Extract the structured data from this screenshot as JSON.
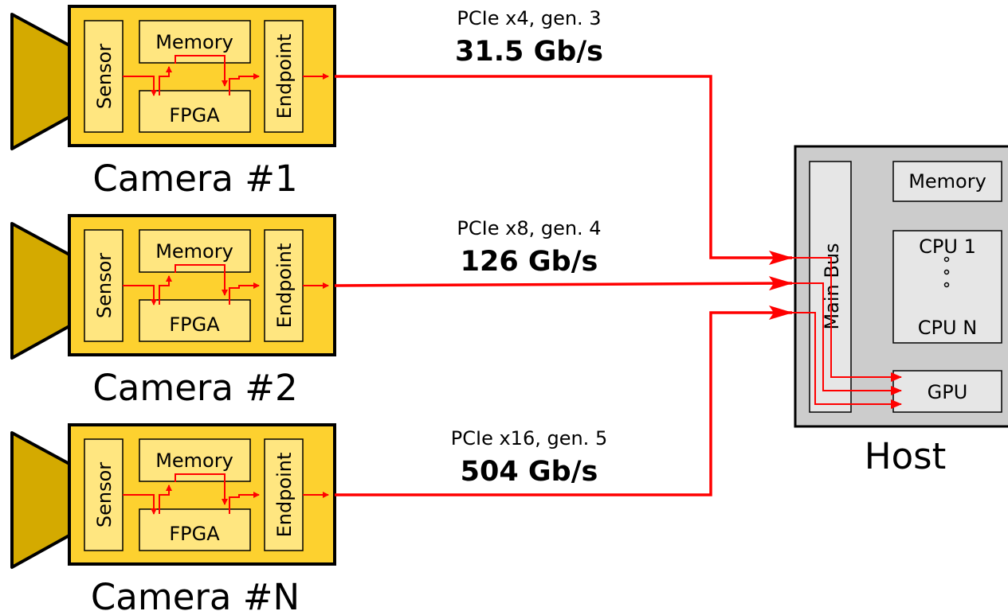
{
  "colors": {
    "camera_body": "#fdd12f",
    "camera_lens": "#d4aa00",
    "inner_box": "#ffe680",
    "host_body": "#cccccc",
    "host_box": "#e6e6e6",
    "link": "#ff0000"
  },
  "cameras": [
    {
      "name": "Camera #1",
      "sensor": "Sensor",
      "memory": "Memory",
      "fpga": "FPGA",
      "endpoint": "Endpoint",
      "link_spec": "PCIe x4, gen. 3",
      "link_rate": "31.5 Gb/s"
    },
    {
      "name": "Camera #2",
      "sensor": "Sensor",
      "memory": "Memory",
      "fpga": "FPGA",
      "endpoint": "Endpoint",
      "link_spec": "PCIe x8, gen. 4",
      "link_rate": "126 Gb/s"
    },
    {
      "name": "Camera #N",
      "sensor": "Sensor",
      "memory": "Memory",
      "fpga": "FPGA",
      "endpoint": "Endpoint",
      "link_spec": "PCIe x16, gen. 5",
      "link_rate": "504 Gb/s"
    }
  ],
  "host": {
    "name": "Host",
    "main_bus": "Main Bus",
    "memory": "Memory",
    "cpu_first": "CPU 1",
    "cpu_last": "CPU N",
    "gpu": "GPU"
  }
}
